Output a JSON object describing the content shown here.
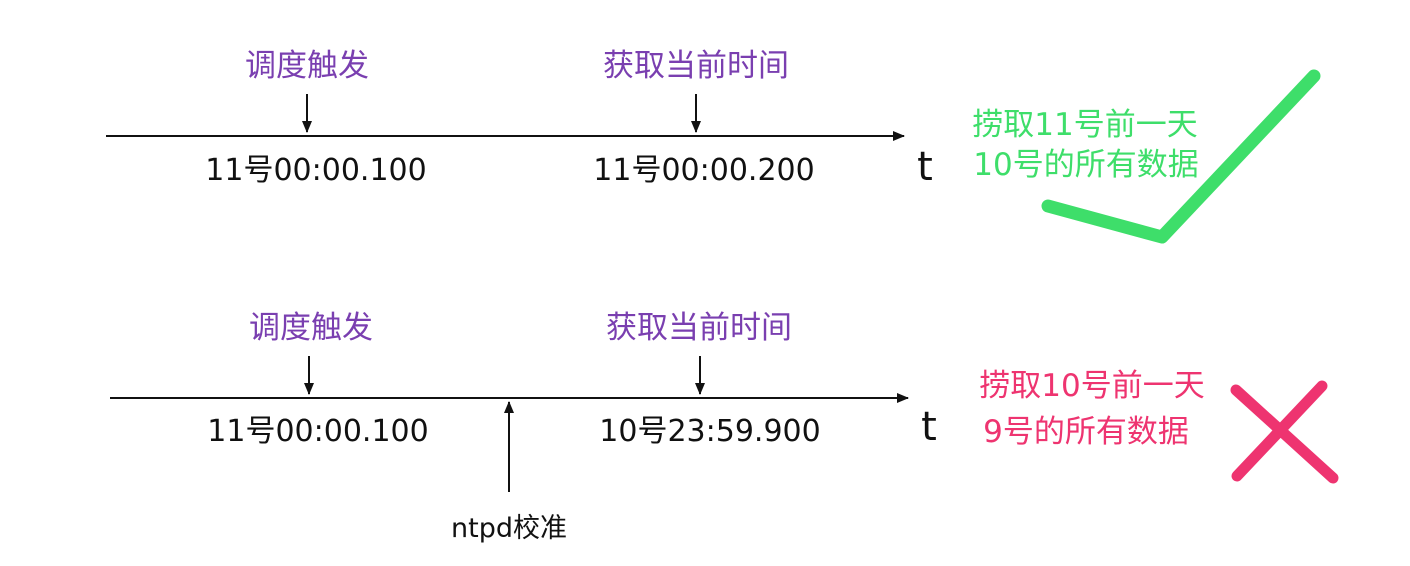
{
  "colors": {
    "axis": "#111111",
    "event_label": "#7a3fb0",
    "success": "#3ede6a",
    "failure": "#ee3470"
  },
  "timeline_top": {
    "event1_label": "调度触发",
    "event1_time": "11号00:00.100",
    "event2_label": "获取当前时间",
    "event2_time": "11号00:00.200",
    "axis_label": "t",
    "result_line1": "捞取11号前一天",
    "result_line2": "10号的所有数据",
    "result_icon": "check-icon"
  },
  "timeline_bottom": {
    "event1_label": "调度触发",
    "event1_time": "11号00:00.100",
    "event2_label": "获取当前时间",
    "event2_time": "10号23:59.900",
    "axis_label": "t",
    "correction_label": "ntpd校准",
    "result_line1": "捞取10号前一天",
    "result_line2": "9号的所有数据",
    "result_icon": "cross-icon"
  }
}
